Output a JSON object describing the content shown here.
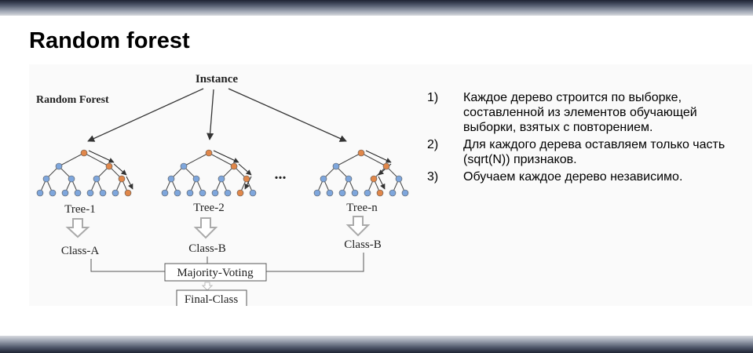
{
  "slide": {
    "title": "Random forest"
  },
  "diagram": {
    "instance_label": "Instance",
    "heading": "Random Forest",
    "ellipsis": "...",
    "trees": [
      {
        "name": "Tree-1",
        "class": "Class-A"
      },
      {
        "name": "Tree-2",
        "class": "Class-B"
      },
      {
        "name": "Tree-n",
        "class": "Class-B"
      }
    ],
    "voting_label": "Majority-Voting",
    "final_label": "Final-Class",
    "colors": {
      "leaf_node": "#7ea6dc",
      "path_node": "#e0874a",
      "edge": "#444444"
    }
  },
  "points": [
    {
      "num": "1)",
      "text": "Каждое дерево строится по выборке, составленной из элементов обучающей выборки, взятых с повторением."
    },
    {
      "num": "2)",
      "text": "Для каждого дерева оставляем только часть (sqrt(N)) признаков."
    },
    {
      "num": "3)",
      "text": "Обучаем каждое дерево независимо."
    }
  ]
}
